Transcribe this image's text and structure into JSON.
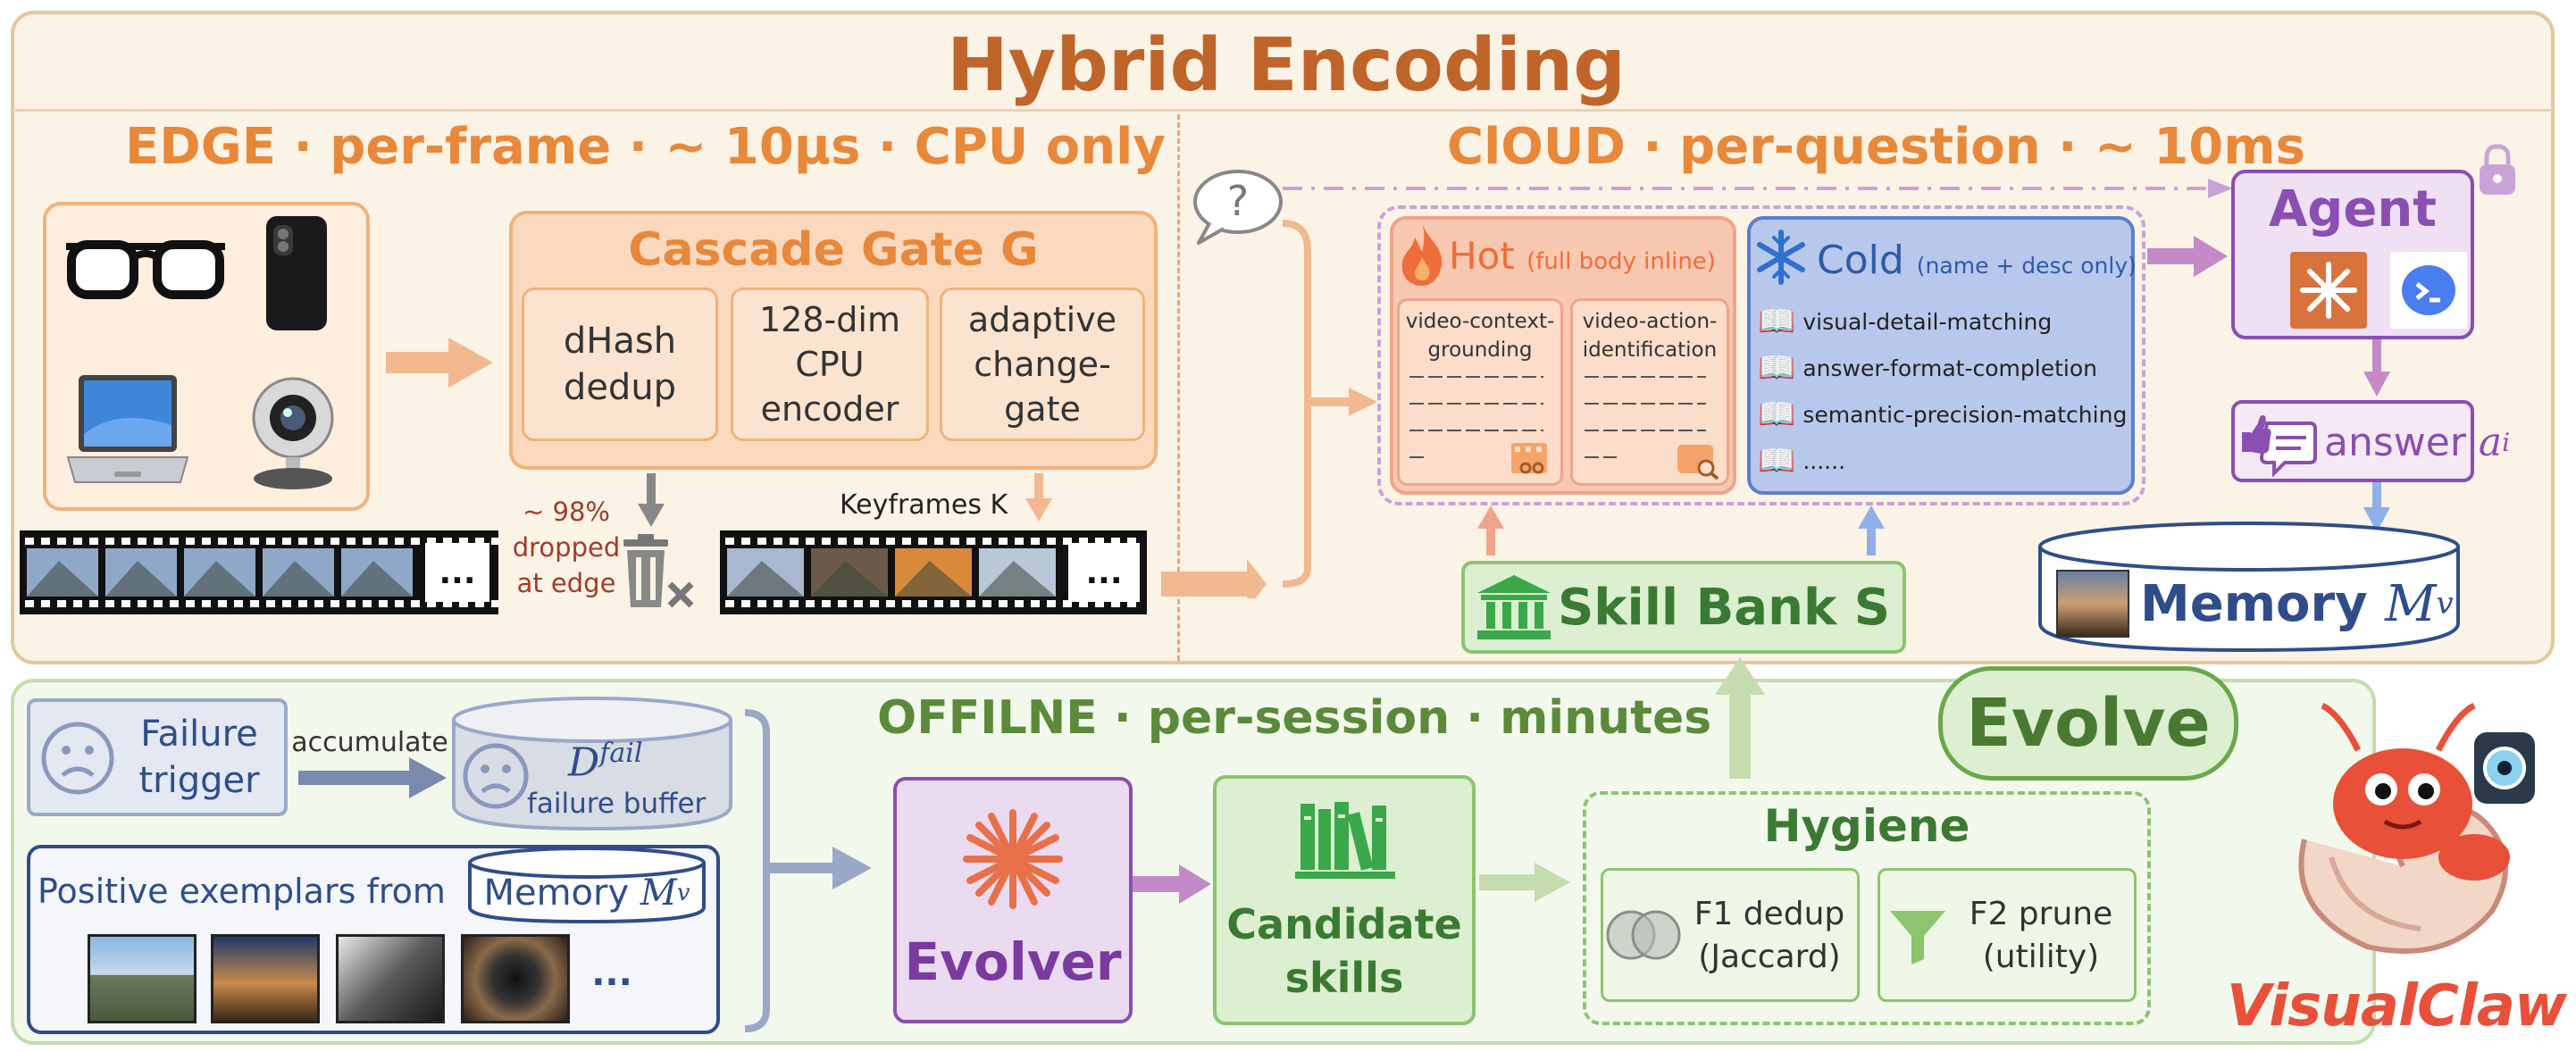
{
  "title": "Hybrid Encoding",
  "edge": {
    "header": "EDGE · per-frame ·  ~ 10μs · CPU only",
    "gate_title": "Cascade Gate G",
    "gate_cells": [
      {
        "line1": "dHash",
        "line2": "dedup",
        "line3": ""
      },
      {
        "line1": "128-dim",
        "line2": "CPU",
        "line3": "encoder"
      },
      {
        "line1": "adaptive",
        "line2": "change-",
        "line3": "gate"
      }
    ],
    "dropped": {
      "line1": "~ 98%",
      "line2": "dropped",
      "line3": "at edge"
    },
    "keyframes_label": "Keyframes K",
    "ellipsis": "..."
  },
  "cloud": {
    "header": "ClOUD · per-question ·  ~ 10ms",
    "question_mark": "?",
    "hot": {
      "title": "Hot",
      "note": "(full body inline)",
      "cards": [
        {
          "line1": "video-context-",
          "line2": "grounding"
        },
        {
          "line1": "video-action-",
          "line2": "identification"
        }
      ]
    },
    "cold": {
      "title": "Cold",
      "note": "(name + desc only)",
      "items": [
        "visual-detail-matching",
        "answer-format-completion",
        "semantic-precision-matching",
        "......"
      ]
    },
    "agent": "Agent",
    "answer_label": "answer",
    "answer_var": "a",
    "answer_sub": "i",
    "memory_label": "Memory",
    "memory_var": "M",
    "memory_sub": "v",
    "skill_bank": "Skill Bank S"
  },
  "offline": {
    "header": "OFFILNE · per-session · minutes",
    "evolve": "Evolve",
    "failure_trigger": {
      "line1": "Failure",
      "line2": "trigger"
    },
    "accumulate": "accumulate",
    "buffer_var": "D",
    "buffer_sup": "fail",
    "buffer_label": "failure buffer",
    "positive_label": "Positive exemplars from",
    "positive_memory_label": "Memory",
    "positive_memory_var": "M",
    "positive_memory_sub": "v",
    "exemplar_more": "...",
    "evolver": "Evolver",
    "candidate": {
      "line1": "Candidate",
      "line2": "skills"
    },
    "hygiene_title": "Hygiene",
    "f1": {
      "line1": "F1 dedup",
      "line2": "(Jaccard)"
    },
    "f2": {
      "line1": "F2 prune",
      "line2": "(utility)"
    }
  },
  "logo_text": "VisualClaw",
  "colors": {
    "edge_orange": "#e8883a",
    "cloud_blue": "#5b7ed0",
    "agent_purple": "#8a4fb0",
    "offline_green": "#5a8a3a",
    "title_brown": "#c0652a",
    "dropped_red": "#a33a2a"
  }
}
